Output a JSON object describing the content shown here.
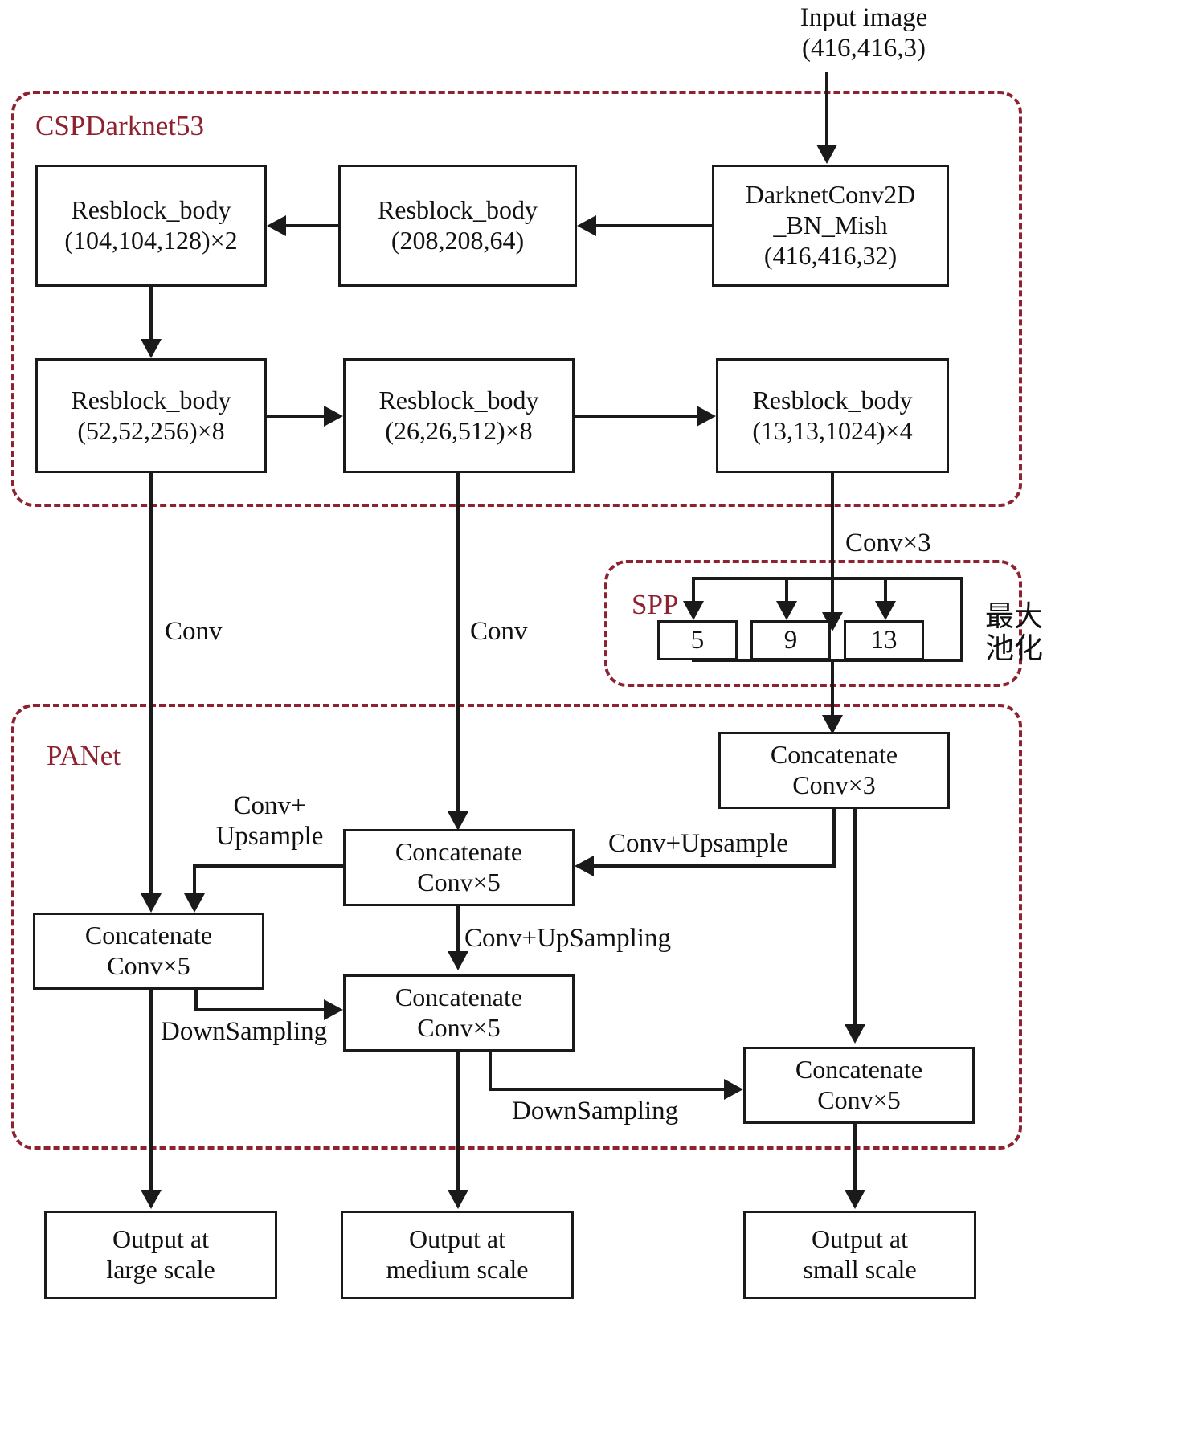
{
  "title": "YOLOv4 network architecture diagram",
  "groups": {
    "backbone": {
      "label": "CSPDarknet53",
      "color": "#8f2230"
    },
    "spp": {
      "label": "SPP",
      "color": "#8f2230"
    },
    "panet": {
      "label": "PANet",
      "color": "#8f2230"
    }
  },
  "input": {
    "line1": "Input image",
    "line2": "(416,416,3)"
  },
  "backbone_blocks": {
    "conv_bn_mish": {
      "line1": "DarknetConv2D",
      "line2": "_BN_Mish",
      "line3": "(416,416,32)"
    },
    "res_208": {
      "line1": "Resblock_body",
      "line2": "(208,208,64)"
    },
    "res_104": {
      "line1": "Resblock_body",
      "line2": "(104,104,128)×2"
    },
    "res_52": {
      "line1": "Resblock_body",
      "line2": "(52,52,256)×8"
    },
    "res_26": {
      "line1": "Resblock_body",
      "line2": "(26,26,512)×8"
    },
    "res_13": {
      "line1": "Resblock_body",
      "line2": "(13,13,1024)×4"
    }
  },
  "spp": {
    "pools": [
      "5",
      "9",
      "13"
    ],
    "note_line1": "最大",
    "note_line2": "池化"
  },
  "panet_blocks": {
    "concat_conv3": {
      "line1": "Concatenate",
      "line2": "Conv×3"
    },
    "concat_mid_top": {
      "line1": "Concatenate",
      "line2": "Conv×5"
    },
    "concat_large": {
      "line1": "Concatenate",
      "line2": "Conv×5"
    },
    "concat_medium": {
      "line1": "Concatenate",
      "line2": "Conv×5"
    },
    "concat_small": {
      "line1": "Concatenate",
      "line2": "Conv×5"
    }
  },
  "outputs": {
    "large": {
      "line1": "Output at",
      "line2": "large scale"
    },
    "medium": {
      "line1": "Output at",
      "line2": "medium scale"
    },
    "small": {
      "line1": "Output at",
      "line2": "small scale"
    }
  },
  "edge_labels": {
    "conv_x3": "Conv×3",
    "conv_left": "Conv",
    "conv_mid": "Conv",
    "conv_upsample_l1": "Conv+",
    "conv_upsample_l2": "Upsample",
    "conv_upsample_right": "Conv+Upsample",
    "conv_upsampling": "Conv+UpSampling",
    "downsampling_1": "DownSampling",
    "downsampling_2": "DownSampling"
  }
}
